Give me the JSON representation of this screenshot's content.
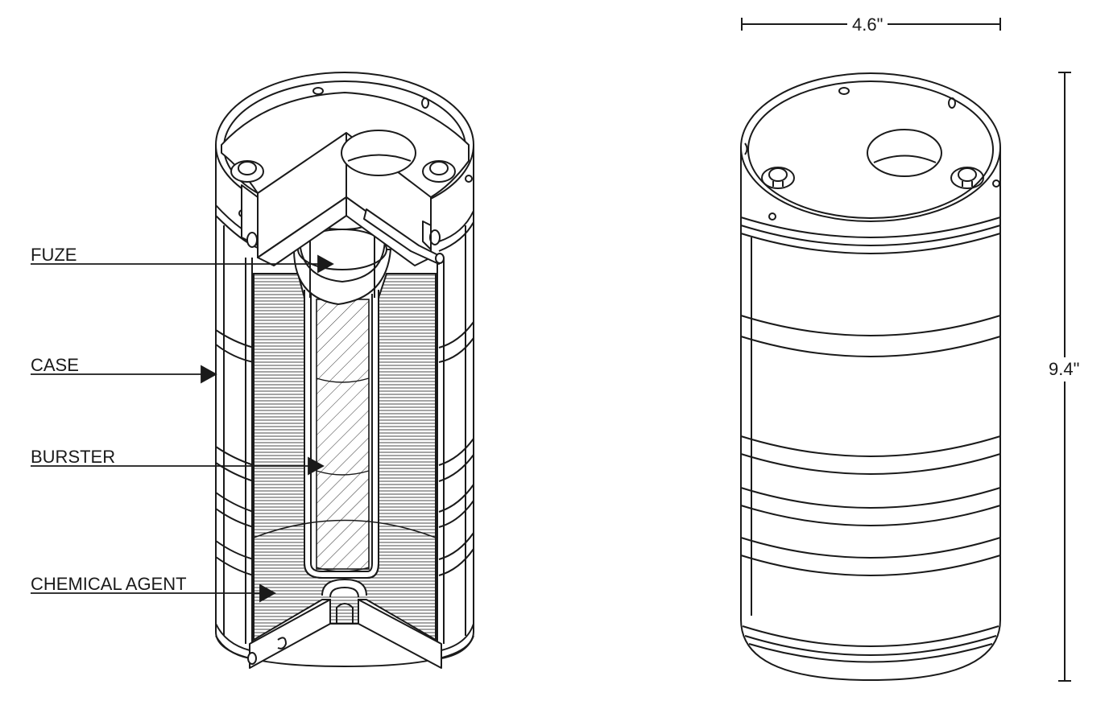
{
  "labels": {
    "fuze": "FUZE",
    "case": "CASE",
    "burster": "BURSTER",
    "chemical_agent": "CHEMICAL AGENT"
  },
  "dimensions": {
    "width": "4.6\"",
    "height": "9.4\""
  },
  "colors": {
    "line": "#1a1a1a",
    "background": "#ffffff"
  }
}
